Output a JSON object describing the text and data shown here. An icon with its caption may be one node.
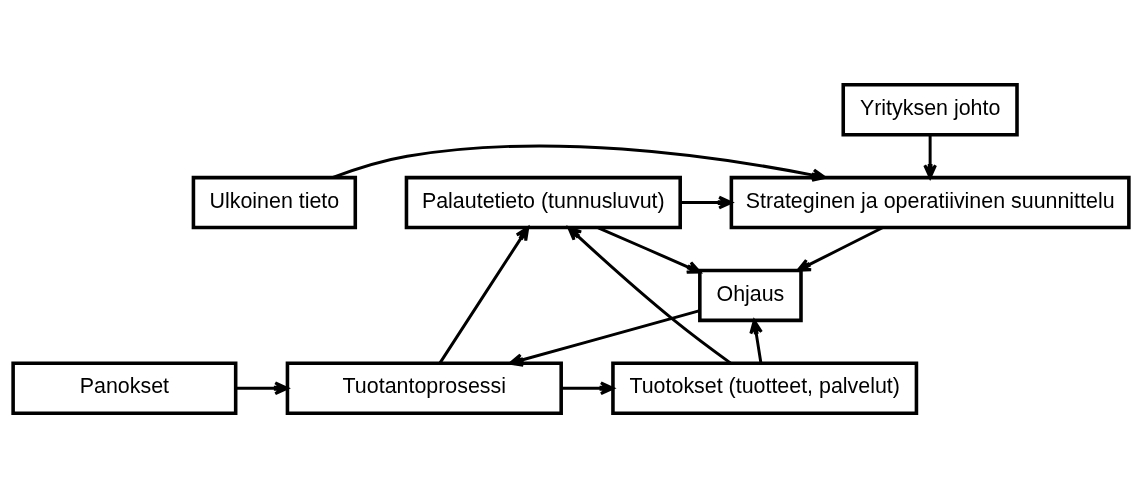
{
  "diagram": {
    "nodes": [
      {
        "text": [
          "Yrityksen johto"
        ]
      },
      {
        "text": [
          "Ulkoinen tieto"
        ]
      },
      {
        "text": [
          "Strateginen ja operatiivinen suunnittelu"
        ]
      },
      {
        "text": [
          "Palautetieto (tunnusluvut)"
        ]
      },
      {
        "text": [
          "Ohjaus"
        ]
      },
      {
        "text": [
          "Panokset"
        ]
      },
      {
        "text": [
          "Tuotantoprosessi"
        ]
      },
      {
        "text": [
          "Tuotokset (tuotteet, palvelut)"
        ]
      }
    ],
    "edges": [
      {
        "from": 0,
        "to": 2,
        "arrow": "to"
      },
      {
        "from": 1,
        "to": 2,
        "arrow": "to"
      },
      {
        "from": 3,
        "to": 2,
        "arrow": "to"
      },
      {
        "from": 2,
        "to": 4,
        "arrow": "to"
      },
      {
        "from": 3,
        "to": 4,
        "arrow": "to"
      },
      {
        "from": 7,
        "to": 4,
        "arrow": "to"
      },
      {
        "from": 4,
        "to": 6,
        "arrow": "to"
      },
      {
        "from": 5,
        "to": 6,
        "arrow": "to"
      },
      {
        "from": 6,
        "to": 7,
        "arrow": "to"
      },
      {
        "from": 6,
        "to": 3,
        "arrow": "to"
      },
      {
        "from": 7,
        "to": 3,
        "arrow": "to"
      }
    ]
  }
}
